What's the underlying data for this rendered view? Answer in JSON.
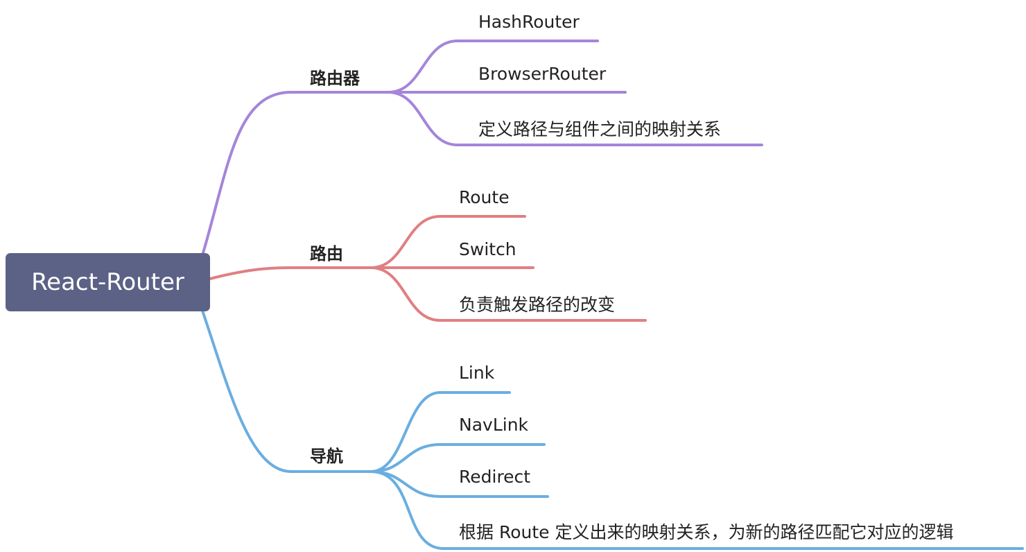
{
  "root": {
    "label": "React-Router",
    "color": "#5b6285"
  },
  "branches": [
    {
      "label": "路由器",
      "color": "#a585d9",
      "children": [
        "HashRouter",
        "BrowserRouter",
        "定义路径与组件之间的映射关系"
      ]
    },
    {
      "label": "路由",
      "color": "#e07f82",
      "children": [
        "Route",
        "Switch",
        "负责触发路径的改变"
      ]
    },
    {
      "label": "导航",
      "color": "#6aaee0",
      "children": [
        "Link",
        "NavLink",
        "Redirect",
        "根据 Route 定义出来的映射关系，为新的路径匹配它对应的逻辑"
      ]
    }
  ]
}
